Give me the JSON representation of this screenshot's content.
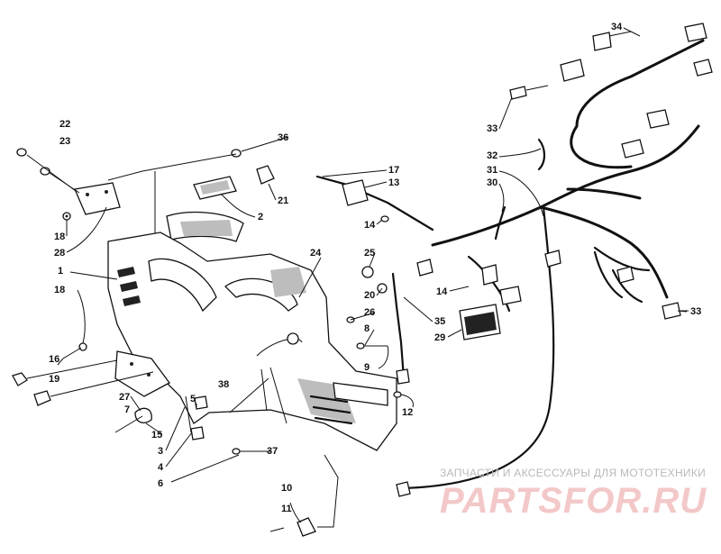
{
  "diagram": {
    "callouts": [
      "1",
      "2",
      "3",
      "4",
      "5",
      "6",
      "7",
      "8",
      "9",
      "10",
      "11",
      "12",
      "13",
      "14",
      "14",
      "15",
      "16",
      "17",
      "18",
      "18",
      "19",
      "20",
      "21",
      "22",
      "23",
      "24",
      "25",
      "26",
      "27",
      "28",
      "29",
      "30",
      "31",
      "32",
      "33",
      "33",
      "34",
      "35",
      "36",
      "37",
      "38"
    ]
  },
  "watermark": {
    "caption": "ЗАПЧАСТИ И АКСЕССУАРЫ ДЛЯ МОТОТЕХНИКИ",
    "logo": "PARTSFOR.RU"
  }
}
